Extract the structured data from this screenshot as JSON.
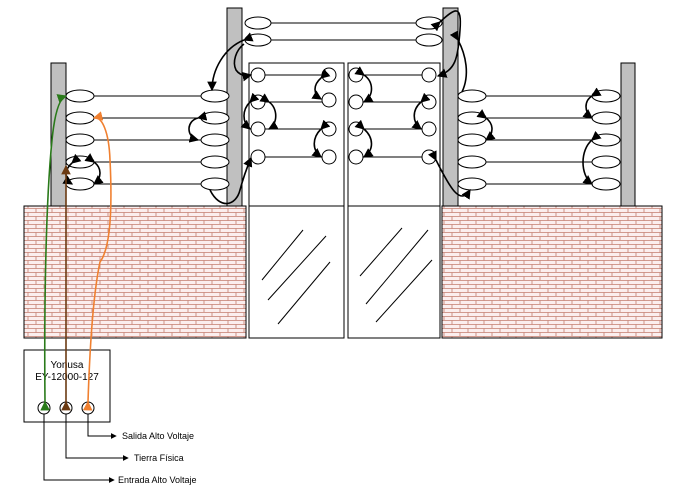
{
  "device": {
    "brand": "Yonusa",
    "model": "EY-12000-127"
  },
  "terminals": [
    {
      "label": "Salida Alto Voltaje",
      "wire_color": "#f08030"
    },
    {
      "label": "Tierra Física",
      "wire_color": "#6b3a12"
    },
    {
      "label": "Entrada Alto Voltaje",
      "wire_color": "#2a7a1a"
    }
  ],
  "colors": {
    "post": "#c0c0c0",
    "brick_fill": "#fbeeee",
    "brick_line": "#c47d6e",
    "wire": "#000000"
  }
}
